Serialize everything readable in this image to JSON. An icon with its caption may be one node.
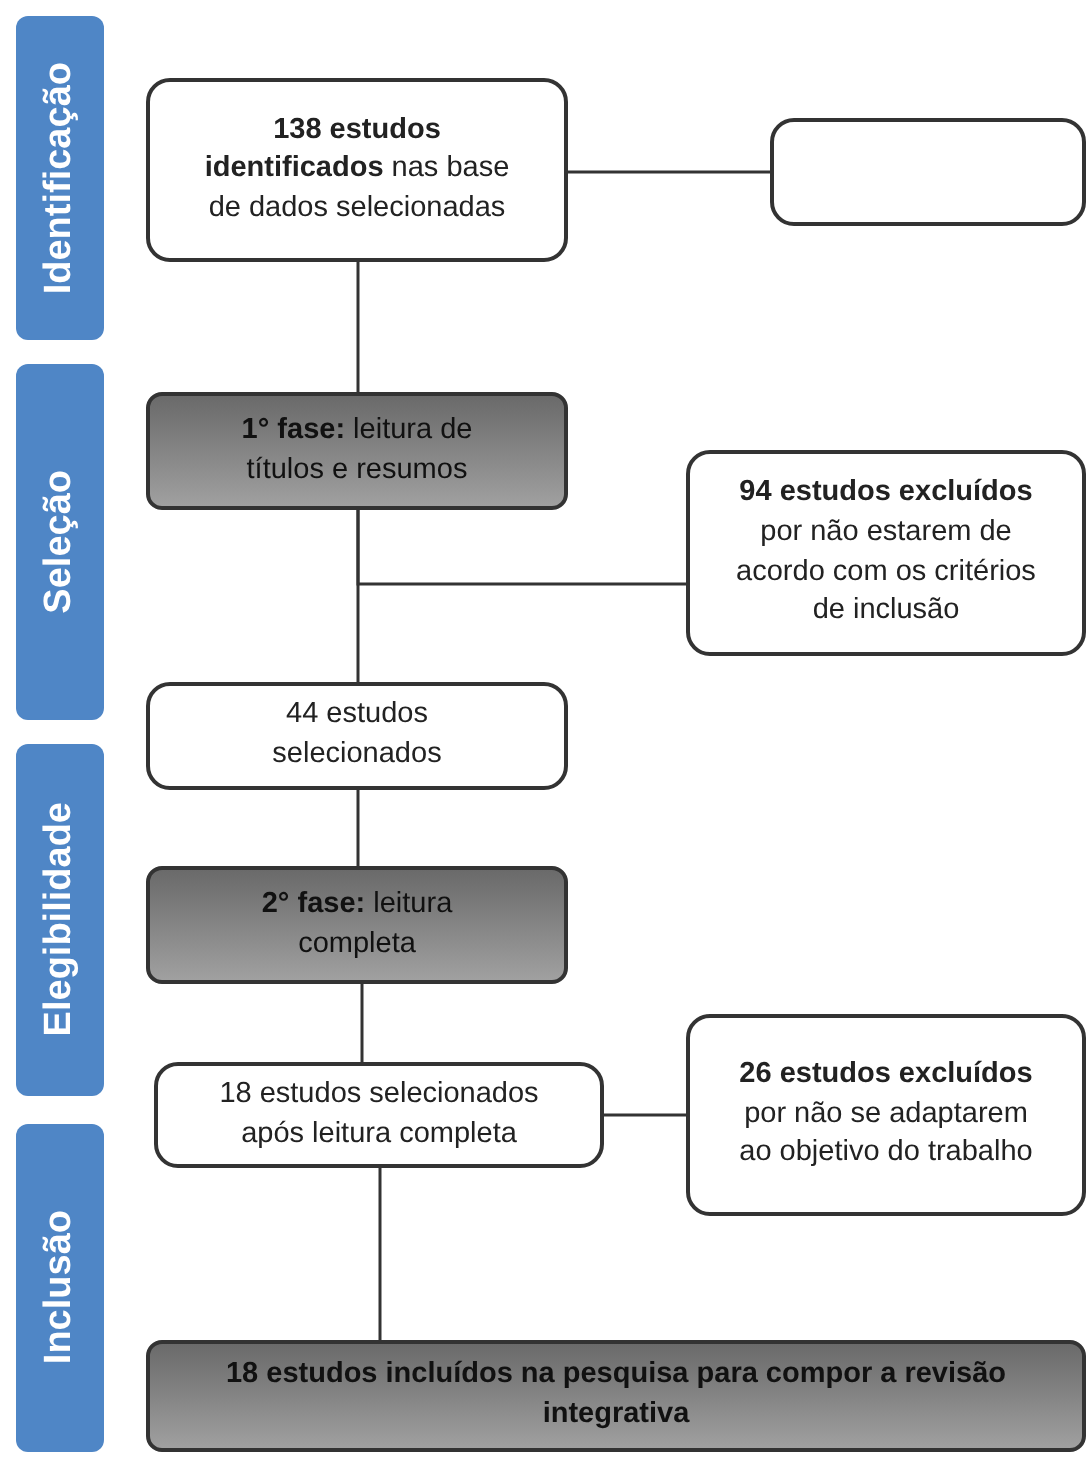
{
  "diagram": {
    "nodes": [
      {
        "text": [
          "Identificação"
        ]
      },
      {
        "text": [
          "Seleção"
        ]
      },
      {
        "text": [
          "Elegibilidade"
        ]
      },
      {
        "text": [
          "Inclusão"
        ]
      },
      {
        "text": [
          "**138 estudos identificados** nas base de dados selecionadas"
        ]
      },
      {
        "text": [],
        "shape": "box"
      },
      {
        "text": [
          "**1° fase:** leitura de títulos e resumos"
        ]
      },
      {
        "text": [
          "**94 estudos excluídos** por não estarem de acordo com os critérios de inclusão"
        ]
      },
      {
        "text": [
          "44 estudos selecionados"
        ]
      },
      {
        "text": [
          "**2° fase:** leitura completa"
        ]
      },
      {
        "text": [
          "18 estudos selecionados após leitura completa"
        ]
      },
      {
        "text": [
          "**26 estudos excluídos** por não se adaptarem ao objetivo do trabalho"
        ]
      },
      {
        "text": [
          "18 estudos incluídos na pesquisa para compor a revisão integrativa"
        ]
      }
    ],
    "edges": [
      {
        "from": 4,
        "to": 5,
        "arrow": "none"
      },
      {
        "from": 4,
        "to": 6,
        "arrow": "none"
      },
      {
        "from": 6,
        "to": 8,
        "arrow": "none"
      },
      {
        "from": 6,
        "to": 7,
        "arrow": "none"
      },
      {
        "from": 8,
        "to": 9,
        "arrow": "none"
      },
      {
        "from": 9,
        "to": 10,
        "arrow": "none"
      },
      {
        "from": 10,
        "to": 11,
        "arrow": "none"
      },
      {
        "from": 10,
        "to": 12,
        "arrow": "none"
      }
    ]
  }
}
